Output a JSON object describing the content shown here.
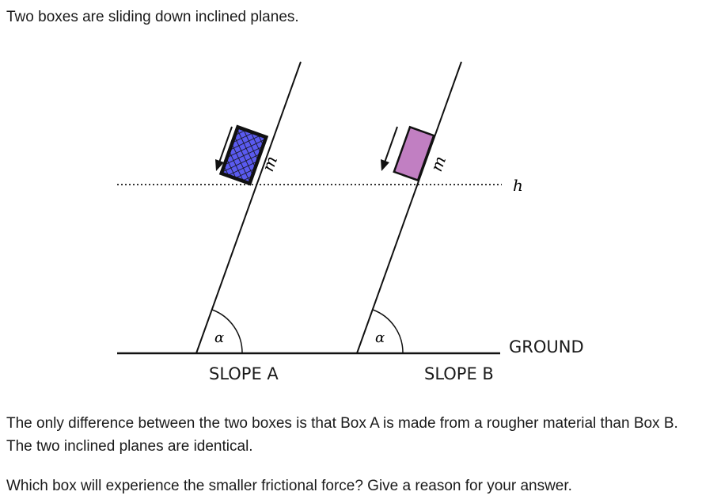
{
  "intro": "Two boxes are sliding down inclined planes.",
  "figure": {
    "mass_symbol": "m",
    "angle_symbol": "α",
    "height_symbol": "h",
    "slope_a_label": "SLOPE A",
    "slope_b_label": "SLOPE B",
    "ground_label": "GROUND",
    "colors": {
      "box_a_fill": "#5a5af0",
      "box_b_fill": "#c17fc2",
      "line": "#111111"
    }
  },
  "paragraph1": "The only difference between the two boxes is that Box A is made from a rougher material than Box B. The two inclined planes are identical.",
  "paragraph2": "Which box will experience the smaller frictional force? Give a reason for your answer."
}
